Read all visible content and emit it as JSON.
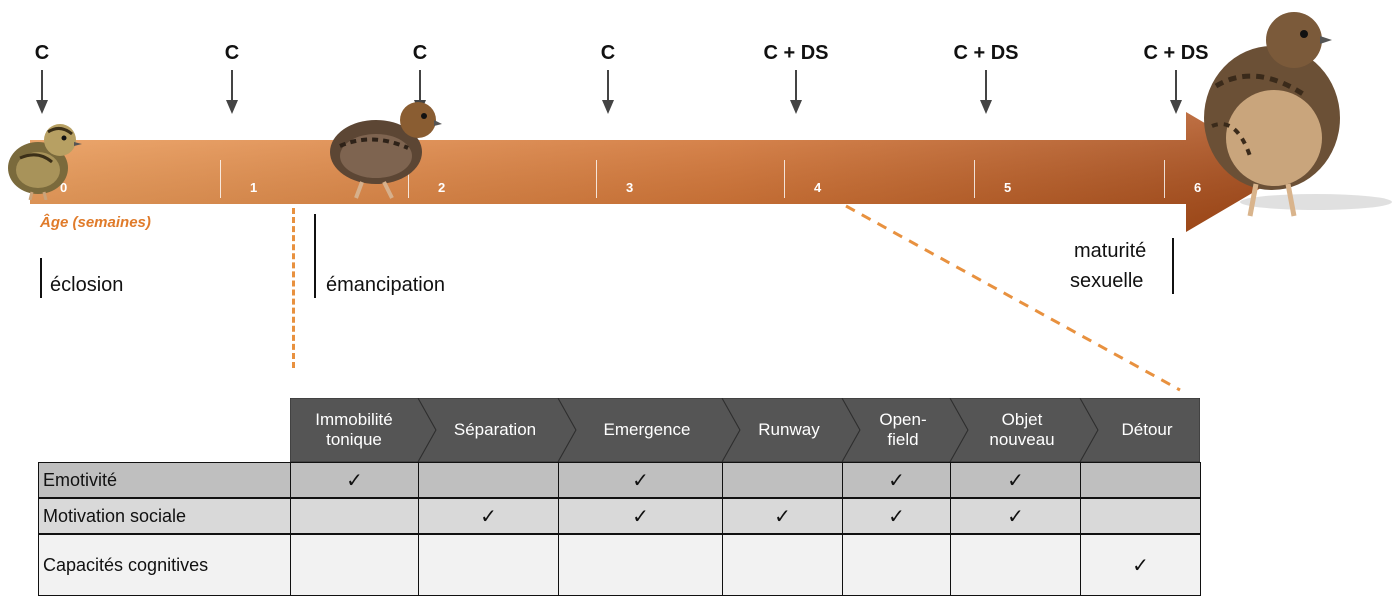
{
  "timeline": {
    "top_labels": [
      "C",
      "C",
      "C",
      "C",
      "C + DS",
      "C + DS",
      "C + DS"
    ],
    "week_ticks": [
      "0",
      "1",
      "2",
      "3",
      "4",
      "5",
      "6"
    ],
    "axis_label": "Âge (semaines)",
    "events": {
      "hatching": "éclosion",
      "emancipation": "émancipation",
      "maturity_line1": "maturité",
      "maturity_line2": "sexuelle"
    },
    "arrow_color_start": "#f0954a",
    "arrow_color_end": "#b2531d"
  },
  "tests": {
    "headers": [
      {
        "line1": "Immobilité",
        "line2": "tonique"
      },
      {
        "line1": "Séparation",
        "line2": ""
      },
      {
        "line1": "Emergence",
        "line2": ""
      },
      {
        "line1": "Runway",
        "line2": ""
      },
      {
        "line1": "Open-",
        "line2": "field"
      },
      {
        "line1": "Objet",
        "line2": "nouveau"
      },
      {
        "line1": "Détour",
        "line2": ""
      }
    ],
    "rows": [
      {
        "label": "Emotivité",
        "checks": [
          true,
          false,
          true,
          false,
          true,
          true,
          false
        ]
      },
      {
        "label": "Motivation sociale",
        "checks": [
          false,
          true,
          true,
          true,
          true,
          true,
          false
        ]
      },
      {
        "label": "Capacités cognitives",
        "checks": [
          false,
          false,
          false,
          false,
          false,
          false,
          true
        ]
      }
    ],
    "check_glyph": "✓",
    "header_color": "#555555",
    "row_colors": [
      "#bfbfbf",
      "#d9d9d9",
      "#f2f2f2"
    ]
  }
}
